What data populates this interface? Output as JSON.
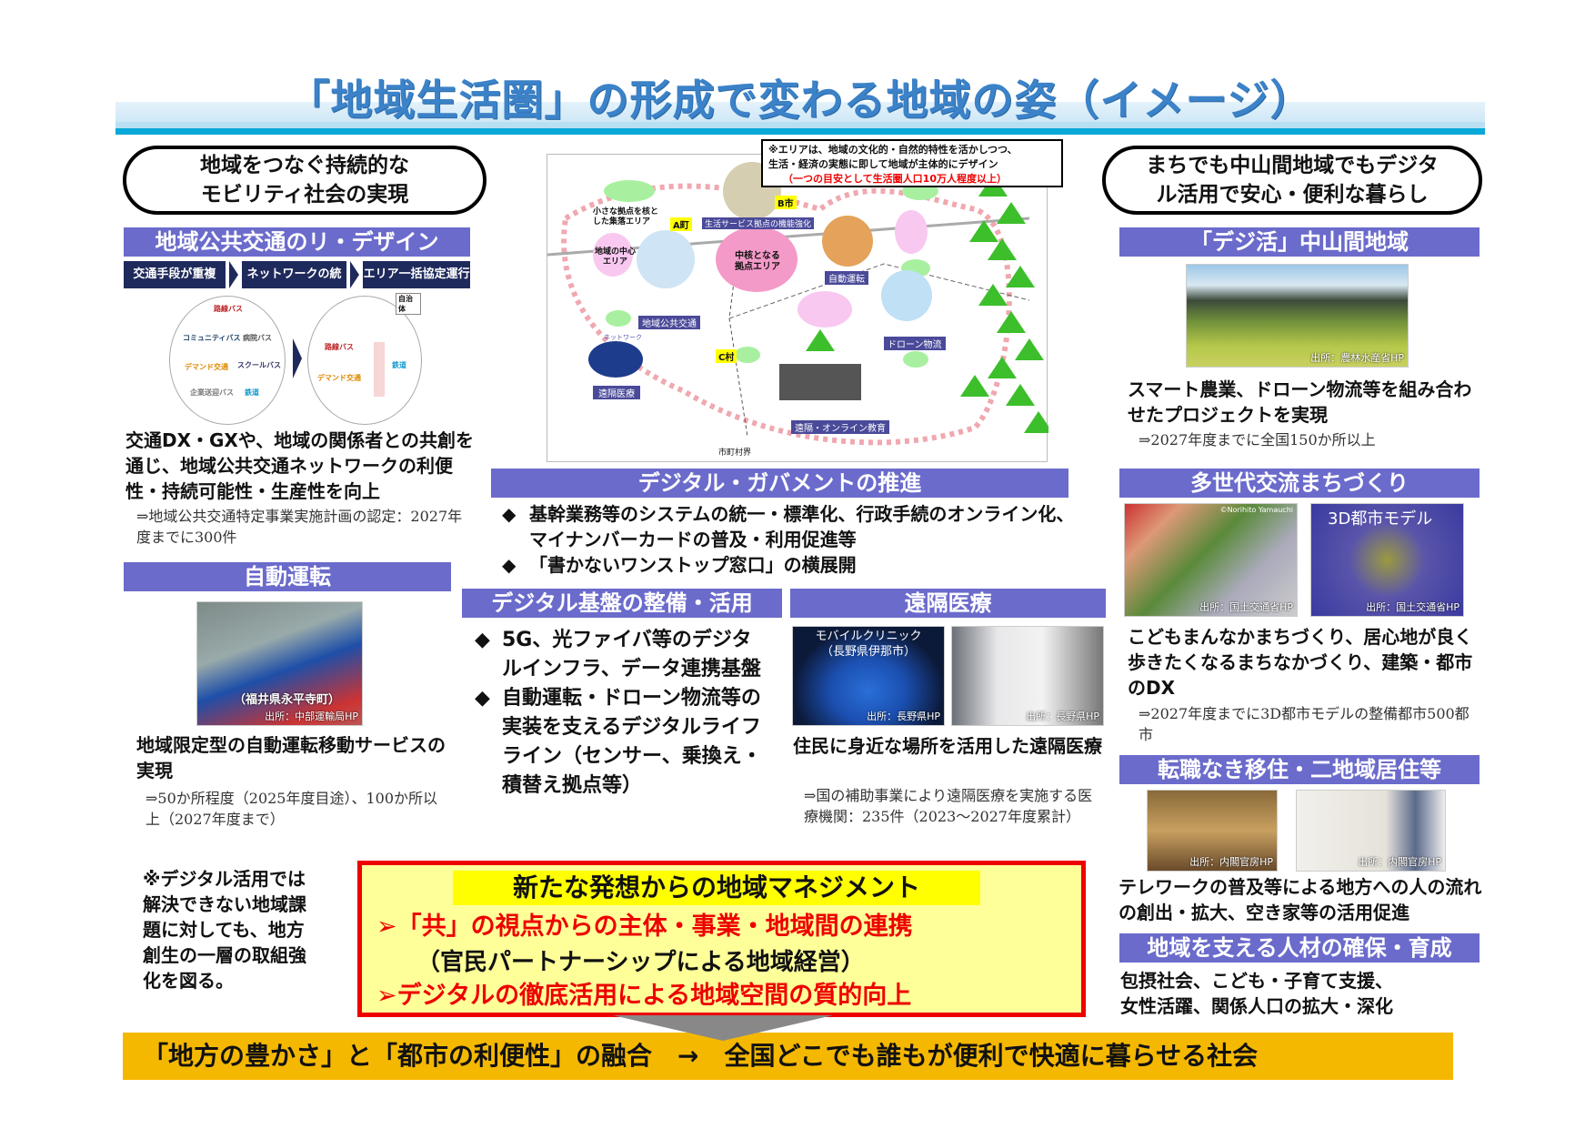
{
  "title": "「地域生活圏」の形成で変わる地域の姿（イメージ）",
  "left": {
    "pill": [
      "地域をつなぐ持続的な",
      "モビリティ社会の実現"
    ],
    "transit": {
      "header": "地域公共交通のリ・デザイン",
      "steps": [
        "交通手段が重複",
        "ネットワークの統合",
        "エリア一括協定運行"
      ],
      "before_labels": [
        "路線バス",
        "コミュニティバス",
        "病院バス",
        "デマンド交通",
        "スクールバス",
        "企業送迎バス",
        "鉄道"
      ],
      "after_labels": [
        "自治体",
        "路線バス",
        "デマンド交通",
        "鉄道"
      ],
      "text": "交通DX・GXや、地域の関係者との共創を通じ、地域公共交通ネットワークの利便性・持続可能性・生産性を向上",
      "sub": "⇒地域公共交通特定事業実施計画の認定：2027年度までに300件"
    },
    "auto": {
      "header": "自動運転",
      "photo_label": "（福井県永平寺町）",
      "photo_source": "出所：中部運輸局HP",
      "text": "地域限定型の自動運転移動サービスの実現",
      "sub": "⇒50か所程度（2025年度目途）、100か所以上（2027年度まで）"
    }
  },
  "diagram": {
    "note": [
      "※エリアは、地域の文化的・自然的特性を活かしつつ、",
      "生活・経済の実態に即して地域が主体的にデザイン",
      "（一つの目安として生活圏人口10万人程度以上）"
    ],
    "towns": [
      "A町",
      "B市",
      "C村"
    ],
    "areas": [
      "小さな拠点を核とした集落エリア",
      "地域の中心エリア",
      "中核となる拠点エリア"
    ],
    "labels": [
      "生活サービス拠点の機能強化",
      "地域公共交通",
      "自動運転",
      "ドローン物流",
      "遠隔医療",
      "遠隔・オンライン教育",
      "ネットワーク",
      "市町村界"
    ],
    "colors": {
      "pink": "#f49ac8",
      "lightpink": "#f8c8f0",
      "green": "#a8f0a0",
      "tree": "#3cbf2a",
      "dots": "#f0a8b0"
    }
  },
  "center": {
    "gov": {
      "header": "デジタル・ガバメントの推進",
      "bullets": [
        "基幹業務等のシステムの統一・標準化、行政手続のオンライン化、マイナンバーカードの普及・利用促進等",
        "「書かないワンストップ窓口」の横展開"
      ]
    },
    "infra": {
      "header": "デジタル基盤の整備・活用",
      "bullets": [
        "5G、光ファイバ等のデジタルインフラ、データ連携基盤",
        "自動運転・ドローン物流等の実装を支えるデジタルライフライン（センサー、乗換え・積替え拠点等）"
      ]
    },
    "med": {
      "header": "遠隔医療",
      "photo_label": [
        "モバイルクリニック",
        "（長野県伊那市）"
      ],
      "sources": [
        "出所：長野県HP",
        "出所：長野県HP"
      ],
      "text": "住民に身近な場所を活用した遠隔医療",
      "sub": "⇒国の補助事業により遠隔医療を実施する医療機関：235件（2023～2027年度累計）"
    }
  },
  "right": {
    "pill": [
      "まちでも中山間地域でもデジタ",
      "ル活用で安心・便利な暮らし"
    ],
    "digi": {
      "header": "「デジ活」中山間地域",
      "source": "出所：農林水産省HP",
      "text": "スマート農業、ドローン物流等を組み合わせたプロジェクトを実現",
      "sub": "⇒2027年度までに全国150か所以上"
    },
    "multi": {
      "header": "多世代交流まちづくり",
      "photo_credit": "©Norihito Yamauchi",
      "model_label": "3D都市モデル",
      "sources": [
        "出所：国土交通省HP",
        "出所：国土交通省HP"
      ],
      "text": "こどもまんなかまちづくり、居心地が良く歩きたくなるまちなかづくり、建築・都市のDX",
      "sub": "⇒2027年度までに3D都市モデルの整備都市500都市"
    },
    "move": {
      "header": "転職なき移住・二地域居住等",
      "sources": [
        "出所：内閣官房HP",
        "出所：内閣官房HP"
      ],
      "text": "テレワークの普及等による地方への人の流れの創出・拡大、空き家等の活用促進"
    },
    "people": {
      "header": "地域を支える人材の確保・育成",
      "text": [
        "包摂社会、こども・子育て支援、",
        "女性活躍、関係人口の拡大・深化"
      ]
    }
  },
  "note_left": "※デジタル活用では解決できない地域課題に対しても、地方創生の一層の取組強化を図る。",
  "management": {
    "title": "新たな発想からの地域マネジメント",
    "items": [
      "➢「共」の視点からの主体・事業・地域間の連携",
      "（官民パートナーシップによる地域経営）",
      "➢デジタルの徹底活用による地域空間の質的向上"
    ]
  },
  "bottom": "「地方の豊かさ」と「都市の利便性」の融合　→　全国どこでも誰もが便利で快適に暮らせる社会",
  "colors": {
    "header": "#6b6bcc",
    "title": "#3b82c8",
    "bottom": "#f5b800",
    "red": "#ee0000",
    "highlight": "#ffff00"
  }
}
